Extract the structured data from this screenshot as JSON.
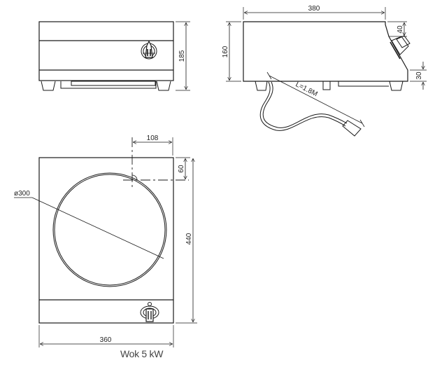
{
  "title": "Wok 5 kW",
  "front_view": {
    "height_dim": "185"
  },
  "side_view": {
    "depth_dim": "380",
    "height_dim": "160",
    "top_offset_dim": "40",
    "bottom_offset_dim": "30",
    "cable_length": "L=1.8M"
  },
  "top_view": {
    "knob_offset_x_dim": "108",
    "knob_offset_y_dim": "60",
    "plate_diameter_dim": "ø300",
    "depth_dim": "440",
    "width_dim": "360"
  },
  "colors": {
    "line": "#1a1a1a",
    "text": "#222222",
    "caption": "#444444"
  }
}
